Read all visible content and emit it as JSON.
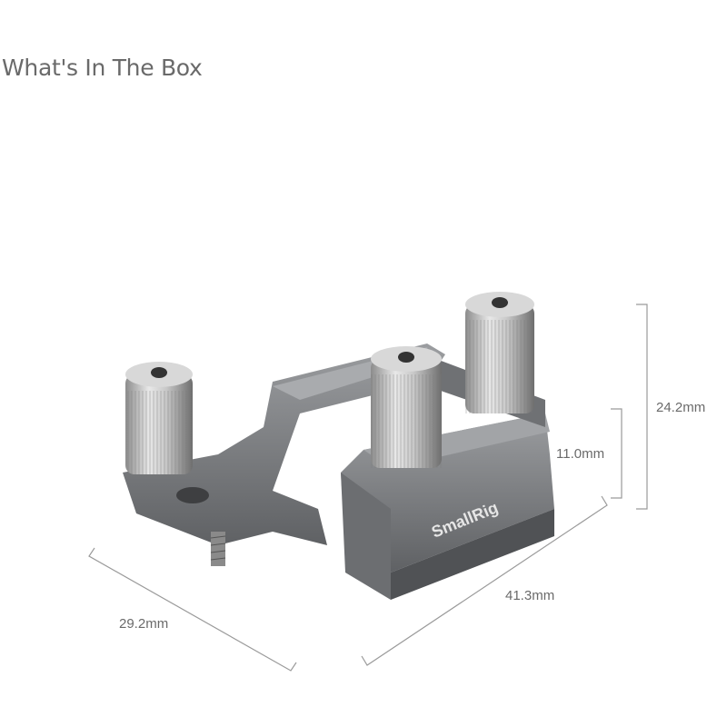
{
  "title": "What's In The Box",
  "product": {
    "brand": "SmallRig"
  },
  "dimensions": {
    "height_total": "24.2mm",
    "height_block": "11.0mm",
    "length": "41.3mm",
    "width": "29.2mm"
  },
  "colors": {
    "text": "#6a6a6a",
    "line": "#9a9a9a",
    "metal": "#7b7d80"
  }
}
